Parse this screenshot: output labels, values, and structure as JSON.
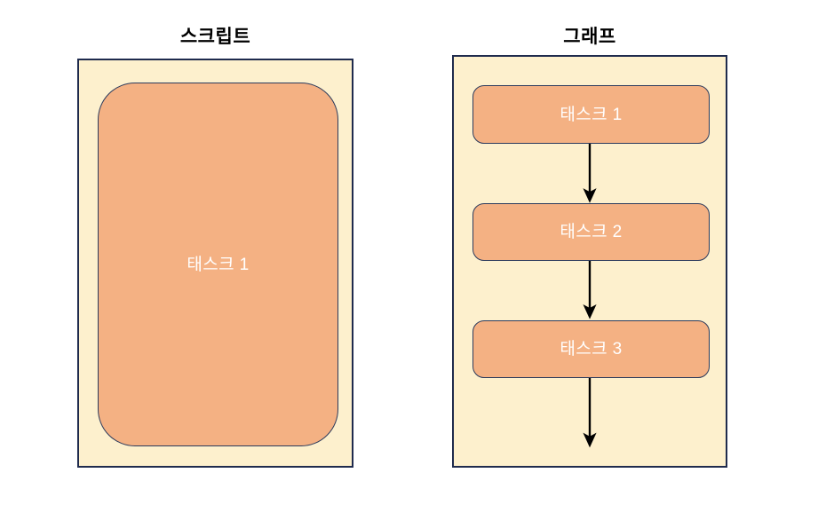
{
  "panels": [
    {
      "id": "script",
      "title": "스크립트",
      "node_label": "태스크 1"
    },
    {
      "id": "graph",
      "title": "그래프",
      "tasks": [
        {
          "label": "태스크 1"
        },
        {
          "label": "태스크 2"
        },
        {
          "label": "태스크 3"
        }
      ]
    }
  ],
  "colors": {
    "panel_background": "#FDF0CD",
    "panel_border": "#1F2B4D",
    "node_fill": "#F4B183",
    "node_border": "#2B3A5C",
    "node_text": "#FFFFFF",
    "arrow": "#000000",
    "title_text": "#000000",
    "page_background": "#FFFFFF"
  }
}
